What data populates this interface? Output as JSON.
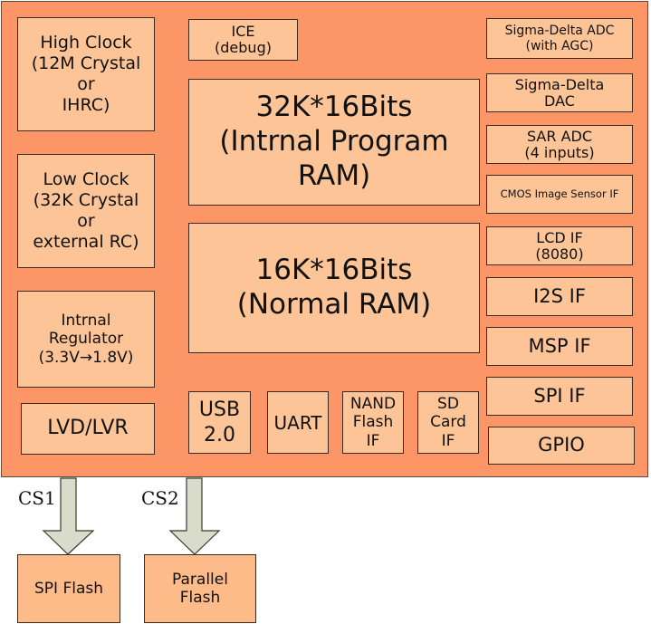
{
  "chip": {
    "left_column": [
      {
        "id": "high-clock",
        "label": "High Clock\n(12M Crystal\nor\nIHRC)"
      },
      {
        "id": "low-clock",
        "label": "Low Clock\n(32K Crystal\nor\nexternal RC)"
      },
      {
        "id": "regulator",
        "label": "Intrnal\nRegulator\n(3.3V→1.8V)"
      },
      {
        "id": "lvd-lvr",
        "label": "LVD/LVR"
      }
    ],
    "center": {
      "ice": "ICE\n(debug)",
      "program_ram": "32K*16Bits\n(Intrnal Program\nRAM)",
      "normal_ram": "16K*16Bits\n(Normal RAM)"
    },
    "bottom_row": [
      {
        "id": "usb",
        "label": "USB\n2.0"
      },
      {
        "id": "uart",
        "label": "UART"
      },
      {
        "id": "nand",
        "label": "NAND\nFlash\nIF"
      },
      {
        "id": "sd",
        "label": "SD\nCard\nIF"
      }
    ],
    "right_column": [
      {
        "id": "sd-adc",
        "label": "Sigma-Delta ADC\n(with AGC)"
      },
      {
        "id": "sd-dac",
        "label": "Sigma-Delta\nDAC"
      },
      {
        "id": "sar-adc",
        "label": "SAR ADC\n(4 inputs)"
      },
      {
        "id": "cmos",
        "label": "CMOS Image Sensor IF"
      },
      {
        "id": "lcd",
        "label": "LCD IF\n(8080)"
      },
      {
        "id": "i2s",
        "label": "I2S IF"
      },
      {
        "id": "msp",
        "label": "MSP IF"
      },
      {
        "id": "spi",
        "label": "SPI IF"
      },
      {
        "id": "gpio",
        "label": "GPIO"
      }
    ]
  },
  "external": {
    "cs1_label": "CS1",
    "cs2_label": "CS2",
    "spi_flash": "SPI Flash",
    "parallel_flash": "Parallel\nFlash"
  },
  "colors": {
    "chip_fill": "#fd9666",
    "block_fill": "#fdc597",
    "arrow_fill": "#d9dccb"
  }
}
